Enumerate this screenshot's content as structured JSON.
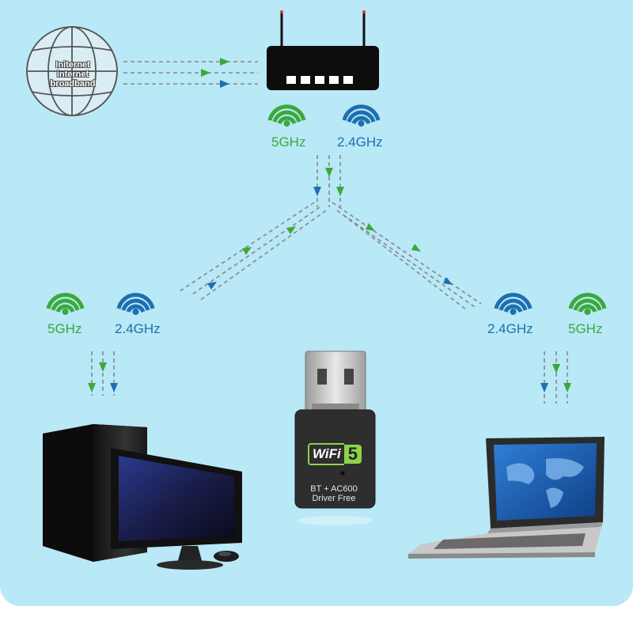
{
  "internet": {
    "lines": [
      "Initernet",
      "internet",
      "broadband"
    ]
  },
  "router": {
    "bands": [
      "5GHz",
      "2.4GHz"
    ]
  },
  "left_device": {
    "bands": [
      "5GHz",
      "2.4GHz"
    ]
  },
  "right_device": {
    "bands": [
      "2.4GHz",
      "5GHz"
    ]
  },
  "adapter": {
    "logo_word": "WiFi",
    "logo_number": "5",
    "spec_line1": "BT + AC600",
    "spec_line2": "Driver Free"
  },
  "colors": {
    "background": "#b9e8f6",
    "band_5ghz": "#3aa93a",
    "band_24ghz": "#1e6fb0",
    "arrow_gray": "#888888"
  },
  "icons": [
    "globe-icon",
    "router-icon",
    "wifi-signal-icon",
    "usb-wifi-adapter",
    "desktop-computer",
    "laptop-computer"
  ]
}
